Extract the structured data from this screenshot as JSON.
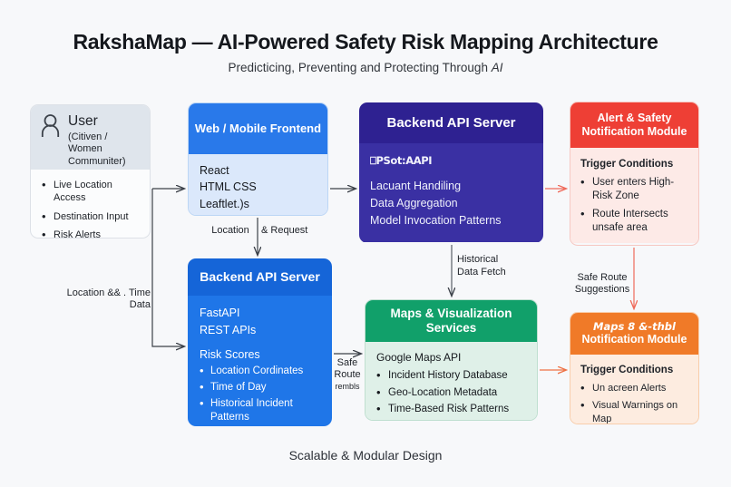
{
  "header": {
    "title": "RakshaMap — AI-Powered Safety Risk Mapping Architecture",
    "subtitle_main": "Predicticing, Preventing and Protecting Through ",
    "subtitle_italic": "AI"
  },
  "footer": {
    "caption": "Scalable & Modular Design"
  },
  "nodes": {
    "user": {
      "icon": "person-icon",
      "title": "User",
      "subtitle_line1": "(Citiven /",
      "subtitle_line2": "Women",
      "subtitle_line3": "Communiter)",
      "items": [
        "Live Location Access",
        "Destination Input",
        "Risk Alerts"
      ],
      "header_color": "#dfe5ec",
      "body_color": "#fbfcfd"
    },
    "frontend": {
      "title": "Web / Mobile Frontend",
      "lines": [
        "React",
        "HTML CSS",
        "Leaftlet.)s"
      ],
      "header_color": "#2979ea",
      "body_color": "#dbe8fb"
    },
    "api_top": {
      "title": "Backend API Server",
      "glitch_line": "⎕PSot:AAPI",
      "lines": [
        "Lacuant Handiling",
        "Data Aggregation",
        "Model Invocation   Patterns"
      ],
      "header_color": "#2e2191",
      "body_color": "#3a30a3"
    },
    "alert": {
      "title": "Alert & Safety Notification Module",
      "subhead": "Trigger Conditions",
      "items": [
        "User enters High-Risk Zone",
        "Route Intersects unsafe area"
      ],
      "header_color": "#ee3f35",
      "body_color": "#fdeae7"
    },
    "api_bottom": {
      "title": "Backend API Server",
      "lines": [
        "FastAPI",
        "REST APIs"
      ],
      "subhead": "Risk Scores",
      "items": [
        "Location Cordinates",
        "Time of Day",
        "Historical Incident Patterns"
      ],
      "header_color": "#1565d8",
      "body_color": "#1f76e8"
    },
    "maps": {
      "title": "Maps & Visualization Services",
      "lead": "Google Maps API",
      "items": [
        "Incident History Database",
        "Geo-Location Metadata",
        "Time-Based Risk Patterns"
      ],
      "header_color": "#11a06a",
      "body_color": "#dff0e8"
    },
    "orange": {
      "title_line1": "Maps 8 &-thbl",
      "title_line2": "Notification Module",
      "subhead": "Trigger Conditions",
      "items": [
        "Un acreen Alerts",
        "Visual Warnings on Map"
      ],
      "header_color": "#f07a28",
      "body_color": "#fdeca0"
    }
  },
  "edges": {
    "location_request_a": "Location",
    "location_request_b": "& Request",
    "location_time_a": "Location && . Time",
    "location_time_b": "Data",
    "historical_a": "Historical",
    "historical_b": "Data Fetch",
    "safe_route_a": "Safe",
    "safe_route_b": "Route",
    "safe_route_c": "rembls",
    "safe_route_sugg_a": "Safe Route",
    "safe_route_sugg_b": "Suggestions"
  }
}
